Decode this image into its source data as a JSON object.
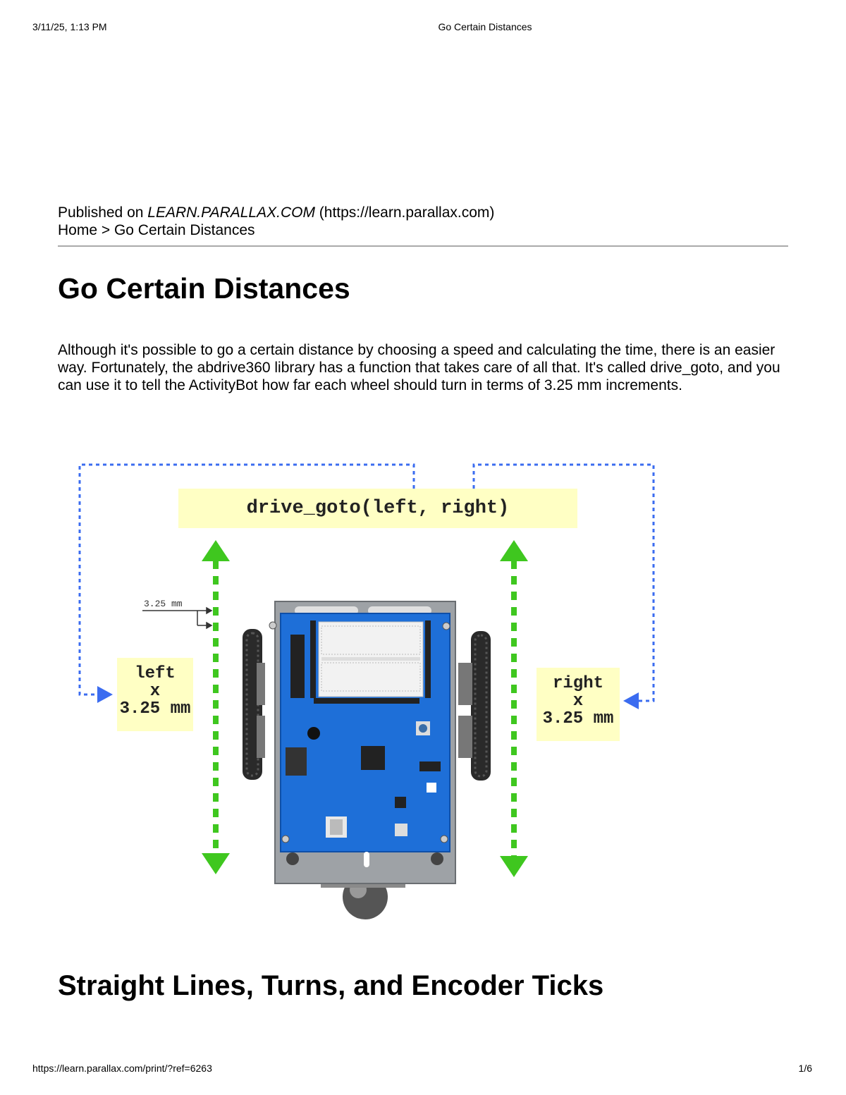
{
  "print_header": {
    "datetime": "3/11/25, 1:13 PM",
    "page_title": "Go Certain Distances"
  },
  "published": {
    "prefix": "Published on ",
    "site": "LEARN.PARALLAX.COM",
    "url": " (https://learn.parallax.com)"
  },
  "breadcrumb": "Home > Go Certain Distances",
  "title": "Go Certain Distances",
  "intro": "Although it's possible to go a certain distance by choosing a speed and calculating the time, there is an easier way.  Fortunately, the abdrive360 library has a function that takes care of all that.  It's called drive_goto, and you can use it to tell the ActivityBot how far each wheel should turn in terms of 3.25 mm increments.",
  "diagram": {
    "function_call": "drive_goto(left, right)",
    "tick_label": "3.25 mm",
    "left_box": [
      "left",
      "x",
      "3.25 mm"
    ],
    "right_box": [
      "right",
      "x",
      "3.25 mm"
    ],
    "colors": {
      "arrow_green": "#3fc71f",
      "dash_blue": "#3b6cf0",
      "box_yellow": "#ffffc4",
      "board_blue": "#1e6fd8"
    }
  },
  "section2_title": "Straight Lines, Turns, and Encoder Ticks",
  "print_footer": {
    "url": "https://learn.parallax.com/print/?ref=6263",
    "page": "1/6"
  }
}
